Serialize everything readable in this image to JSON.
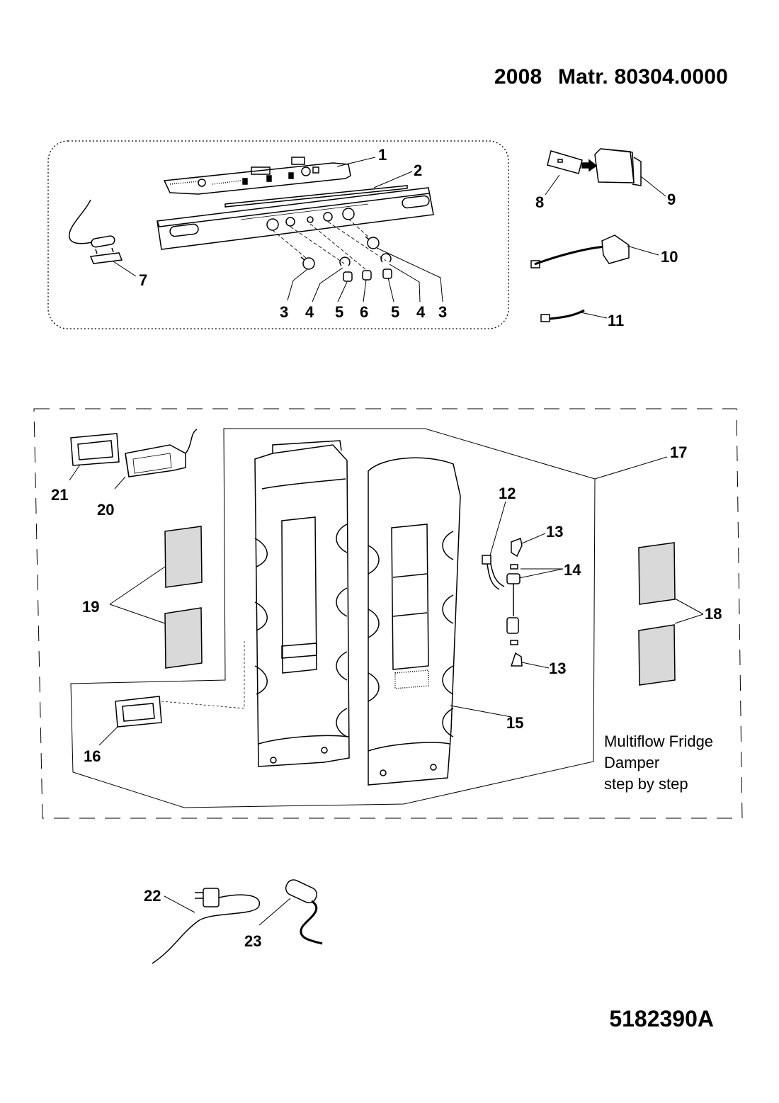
{
  "header": {
    "year": "2008",
    "matr": "Matr. 80304.0000"
  },
  "document_code": "5182390A",
  "note": {
    "lines": [
      "Multiflow Fridge",
      "Damper",
      "step by step"
    ]
  },
  "labels": {
    "l1": "1",
    "l2": "2",
    "l3a": "3",
    "l4a": "4",
    "l5a": "5",
    "l6": "6",
    "l5b": "5",
    "l4b": "4",
    "l3b": "3",
    "l7": "7",
    "l8": "8",
    "l9": "9",
    "l10": "10",
    "l11": "11",
    "l12": "12",
    "l13a": "13",
    "l14": "14",
    "l13b": "13",
    "l15": "15",
    "l16": "16",
    "l17": "17",
    "l18": "18",
    "l19": "19",
    "l20": "20",
    "l21": "21",
    "l22": "22",
    "l23": "23"
  },
  "colors": {
    "ink": "#000000",
    "part_fill": "#ffffff",
    "panel_gray": "#d9d9d9"
  }
}
